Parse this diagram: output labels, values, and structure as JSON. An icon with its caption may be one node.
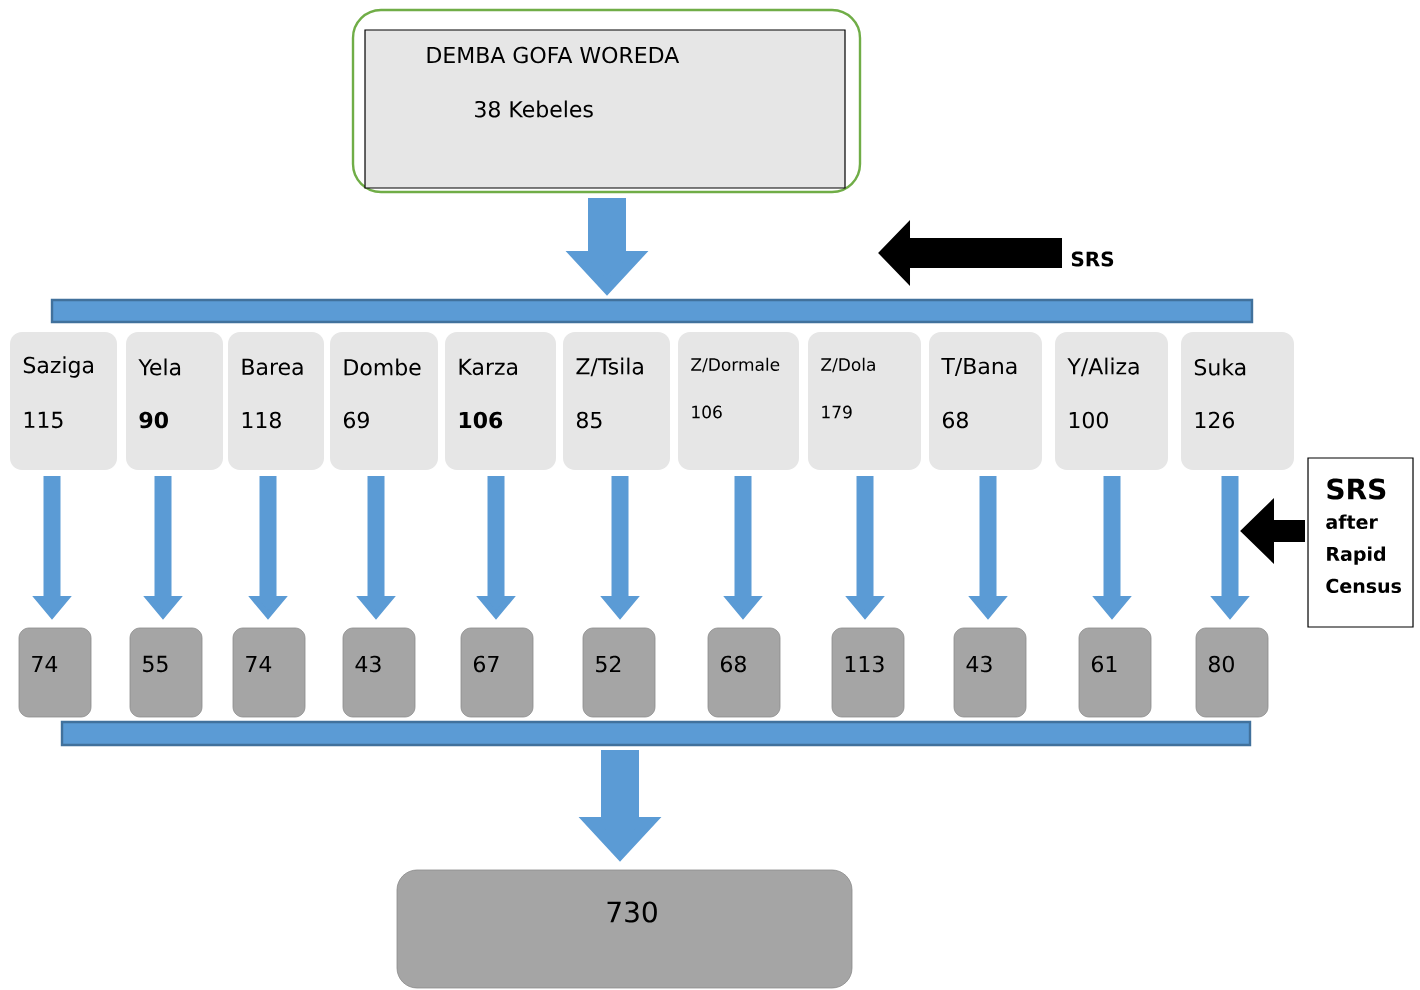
{
  "diagram": {
    "nodes": [
      {
        "text": [
          "DEMBA GOFA WOREDA",
          "38 Kebeles"
        ]
      },
      {
        "text": [],
        "shape": "bar"
      },
      {
        "text": [
          "Saziga",
          "115"
        ]
      },
      {
        "text": [
          "Yela",
          "90"
        ]
      },
      {
        "text": [
          "Barea",
          "118"
        ]
      },
      {
        "text": [
          "Dombe",
          "69"
        ]
      },
      {
        "text": [
          "Karza",
          "106"
        ]
      },
      {
        "text": [
          "Z/Tsila",
          "85"
        ]
      },
      {
        "text": [
          "Z/Dormale",
          "106"
        ]
      },
      {
        "text": [
          "Z/Dola",
          "179"
        ]
      },
      {
        "text": [
          "T/Bana",
          "68"
        ]
      },
      {
        "text": [
          "Y/Aliza",
          "100"
        ]
      },
      {
        "text": [
          "Suka",
          "126"
        ]
      },
      {
        "text": [
          "74"
        ]
      },
      {
        "text": [
          "55"
        ]
      },
      {
        "text": [
          "74"
        ]
      },
      {
        "text": [
          "43"
        ]
      },
      {
        "text": [
          "67"
        ]
      },
      {
        "text": [
          "52"
        ]
      },
      {
        "text": [
          "68"
        ]
      },
      {
        "text": [
          "113"
        ]
      },
      {
        "text": [
          "43"
        ]
      },
      {
        "text": [
          "61"
        ]
      },
      {
        "text": [
          "80"
        ]
      },
      {
        "text": [],
        "shape": "bar"
      },
      {
        "text": [
          "730"
        ]
      },
      {
        "text": [
          "SRS"
        ]
      },
      {
        "text": [
          "SRS",
          "after Rapid Census"
        ]
      }
    ],
    "edges": [
      {
        "from": 0,
        "to": 1,
        "arrow": "to",
        "style": "thick"
      },
      {
        "from": 2,
        "to": 13,
        "arrow": "to"
      },
      {
        "from": 3,
        "to": 14,
        "arrow": "to"
      },
      {
        "from": 4,
        "to": 15,
        "arrow": "to"
      },
      {
        "from": 5,
        "to": 16,
        "arrow": "to"
      },
      {
        "from": 6,
        "to": 17,
        "arrow": "to"
      },
      {
        "from": 7,
        "to": 18,
        "arrow": "to"
      },
      {
        "from": 8,
        "to": 19,
        "arrow": "to"
      },
      {
        "from": 9,
        "to": 20,
        "arrow": "to"
      },
      {
        "from": 10,
        "to": 21,
        "arrow": "to"
      },
      {
        "from": 11,
        "to": 22,
        "arrow": "to"
      },
      {
        "from": 12,
        "to": 23,
        "arrow": "to"
      },
      {
        "from": 24,
        "to": 25,
        "arrow": "to",
        "style": "thick"
      },
      {
        "from": 26,
        "to": null,
        "arrow": "to",
        "color": "#000000"
      },
      {
        "from": 27,
        "to": null,
        "arrow": "to",
        "color": "#000000"
      }
    ]
  }
}
